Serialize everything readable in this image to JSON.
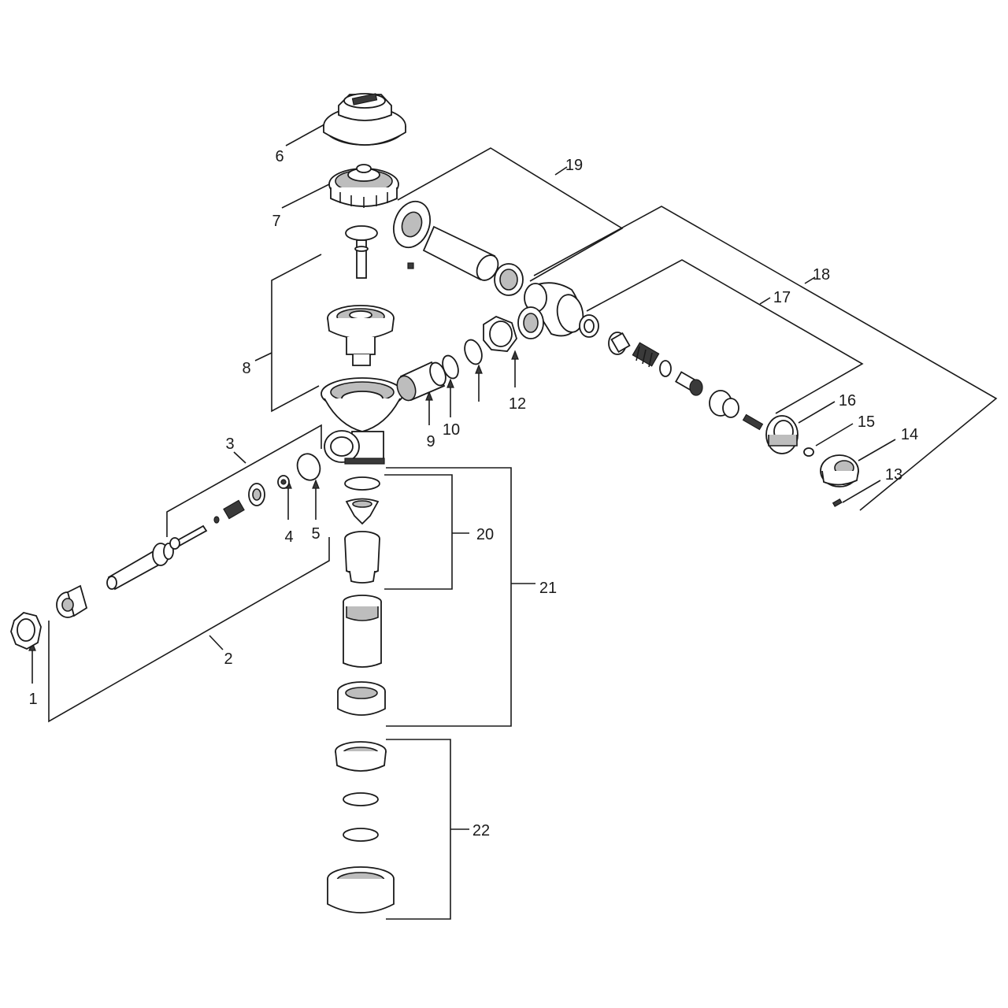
{
  "callouts": [
    {
      "id": "1",
      "text": "1"
    },
    {
      "id": "2",
      "text": "2"
    },
    {
      "id": "3",
      "text": "3"
    },
    {
      "id": "4",
      "text": "4"
    },
    {
      "id": "5",
      "text": "5"
    },
    {
      "id": "6",
      "text": "6"
    },
    {
      "id": "7",
      "text": "7"
    },
    {
      "id": "8",
      "text": "8"
    },
    {
      "id": "9",
      "text": "9"
    },
    {
      "id": "10",
      "text": "10"
    },
    {
      "id": "12",
      "text": "12"
    },
    {
      "id": "13",
      "text": "13"
    },
    {
      "id": "14",
      "text": "14"
    },
    {
      "id": "15",
      "text": "15"
    },
    {
      "id": "16",
      "text": "16"
    },
    {
      "id": "17",
      "text": "17"
    },
    {
      "id": "18",
      "text": "18"
    },
    {
      "id": "19",
      "text": "19"
    },
    {
      "id": "20",
      "text": "20"
    },
    {
      "id": "21",
      "text": "21"
    },
    {
      "id": "22",
      "text": "22"
    }
  ]
}
